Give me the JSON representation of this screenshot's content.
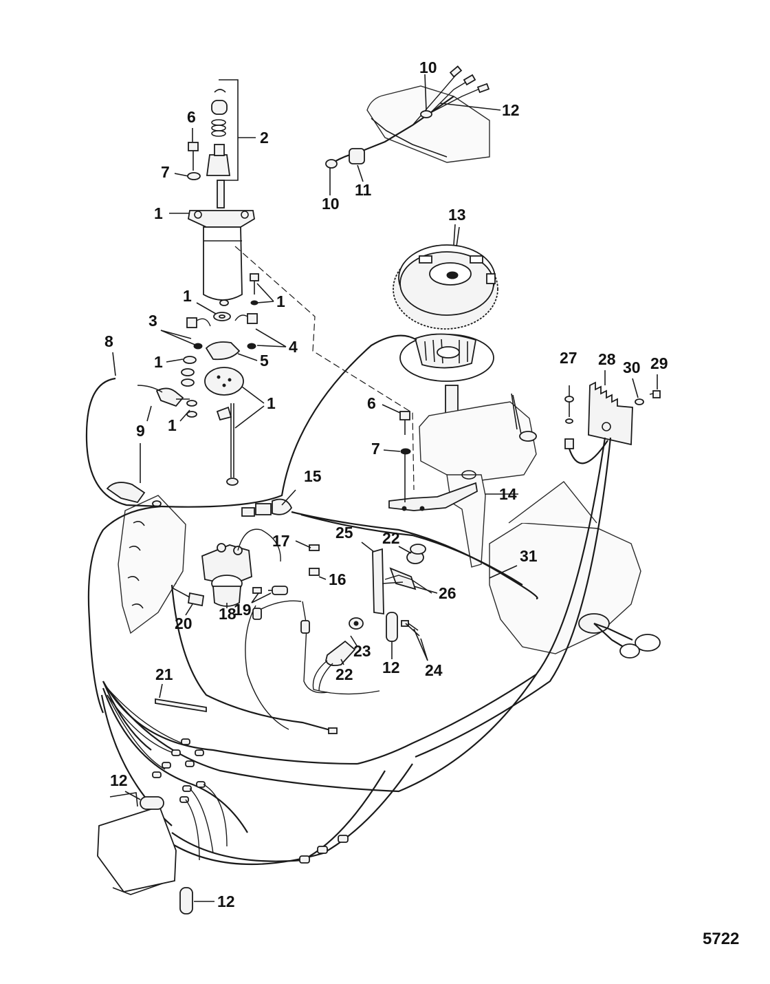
{
  "figure_number": "5722",
  "callouts": {
    "c1a": "1",
    "c1b": "1",
    "c1c": "1",
    "c1d": "1",
    "c1e": "1",
    "c1f": "1",
    "c2": "2",
    "c3": "3",
    "c4": "4",
    "c5": "5",
    "c6a": "6",
    "c6b": "6",
    "c7a": "7",
    "c7b": "7",
    "c8": "8",
    "c9": "9",
    "c10a": "10",
    "c10b": "10",
    "c11": "11",
    "c12a": "12",
    "c12b": "12",
    "c12c": "12",
    "c12d": "12",
    "c13": "13",
    "c14": "14",
    "c15": "15",
    "c16": "16",
    "c17": "17",
    "c18": "18",
    "c19": "19",
    "c20": "20",
    "c21": "21",
    "c22a": "22",
    "c22b": "22",
    "c23": "23",
    "c24": "24",
    "c25": "25",
    "c26": "26",
    "c27": "27",
    "c28": "28",
    "c29": "29",
    "c30": "30",
    "c31": "31"
  }
}
